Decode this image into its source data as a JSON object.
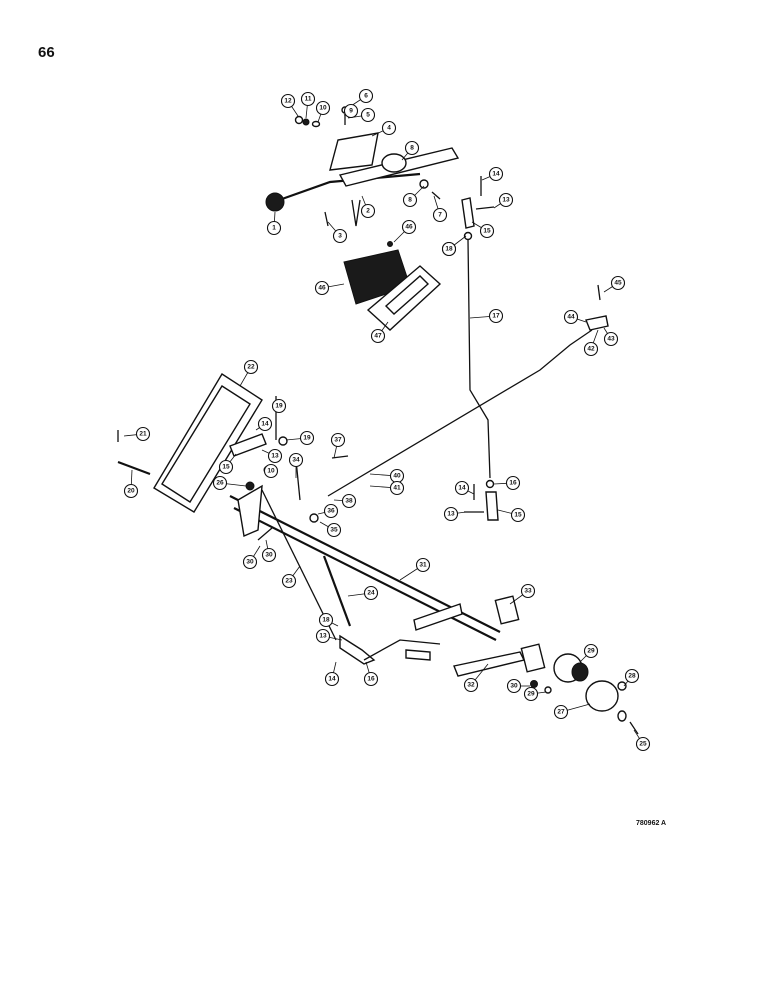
{
  "page": {
    "number": "66",
    "drawing_code": "780962 A"
  },
  "callouts": [
    {
      "id": "c1",
      "label": "1"
    },
    {
      "id": "c2",
      "label": "2"
    },
    {
      "id": "c3",
      "label": "3"
    },
    {
      "id": "c4",
      "label": "4"
    },
    {
      "id": "c5",
      "label": "5"
    },
    {
      "id": "c6",
      "label": "6"
    },
    {
      "id": "c7",
      "label": "7"
    },
    {
      "id": "c8a",
      "label": "8"
    },
    {
      "id": "c8b",
      "label": "8"
    },
    {
      "id": "c9",
      "label": "9"
    },
    {
      "id": "c10a",
      "label": "10"
    },
    {
      "id": "c11",
      "label": "11"
    },
    {
      "id": "c12",
      "label": "12"
    },
    {
      "id": "c13a",
      "label": "13"
    },
    {
      "id": "c14a",
      "label": "14"
    },
    {
      "id": "c15a",
      "label": "15"
    },
    {
      "id": "c16a",
      "label": "16"
    },
    {
      "id": "c17",
      "label": "17"
    },
    {
      "id": "c18a",
      "label": "18"
    },
    {
      "id": "c44",
      "label": "44"
    },
    {
      "id": "c45",
      "label": "45"
    },
    {
      "id": "c42",
      "label": "42"
    },
    {
      "id": "c43",
      "label": "43"
    },
    {
      "id": "c46a",
      "label": "46"
    },
    {
      "id": "c46b",
      "label": "46"
    },
    {
      "id": "c47",
      "label": "47"
    },
    {
      "id": "c22a",
      "label": "22"
    },
    {
      "id": "c19a",
      "label": "19"
    },
    {
      "id": "c19b",
      "label": "19"
    },
    {
      "id": "c21",
      "label": "21"
    },
    {
      "id": "c20",
      "label": "20"
    },
    {
      "id": "c14b",
      "label": "14"
    },
    {
      "id": "c13b",
      "label": "13"
    },
    {
      "id": "c15b",
      "label": "15"
    },
    {
      "id": "c10b",
      "label": "10"
    },
    {
      "id": "c26",
      "label": "26"
    },
    {
      "id": "c34",
      "label": "34"
    },
    {
      "id": "c37",
      "label": "37"
    },
    {
      "id": "c40",
      "label": "40"
    },
    {
      "id": "c41",
      "label": "41"
    },
    {
      "id": "c38",
      "label": "38"
    },
    {
      "id": "c36",
      "label": "36"
    },
    {
      "id": "c35",
      "label": "35"
    },
    {
      "id": "c30a",
      "label": "30"
    },
    {
      "id": "c30b",
      "label": "30"
    },
    {
      "id": "c14c",
      "label": "14"
    },
    {
      "id": "c16b",
      "label": "16"
    },
    {
      "id": "c13c",
      "label": "13"
    },
    {
      "id": "c15c",
      "label": "15"
    },
    {
      "id": "c31",
      "label": "31"
    },
    {
      "id": "c23",
      "label": "23"
    },
    {
      "id": "c24",
      "label": "24"
    },
    {
      "id": "c18b",
      "label": "18"
    },
    {
      "id": "c13d",
      "label": "13"
    },
    {
      "id": "c14d",
      "label": "14"
    },
    {
      "id": "c16c",
      "label": "16"
    },
    {
      "id": "c33",
      "label": "33"
    },
    {
      "id": "c29a",
      "label": "29"
    },
    {
      "id": "c32",
      "label": "32"
    },
    {
      "id": "c30c",
      "label": "30"
    },
    {
      "id": "c29b",
      "label": "29"
    },
    {
      "id": "c28",
      "label": "28"
    },
    {
      "id": "c27",
      "label": "27"
    },
    {
      "id": "c25",
      "label": "25"
    }
  ]
}
